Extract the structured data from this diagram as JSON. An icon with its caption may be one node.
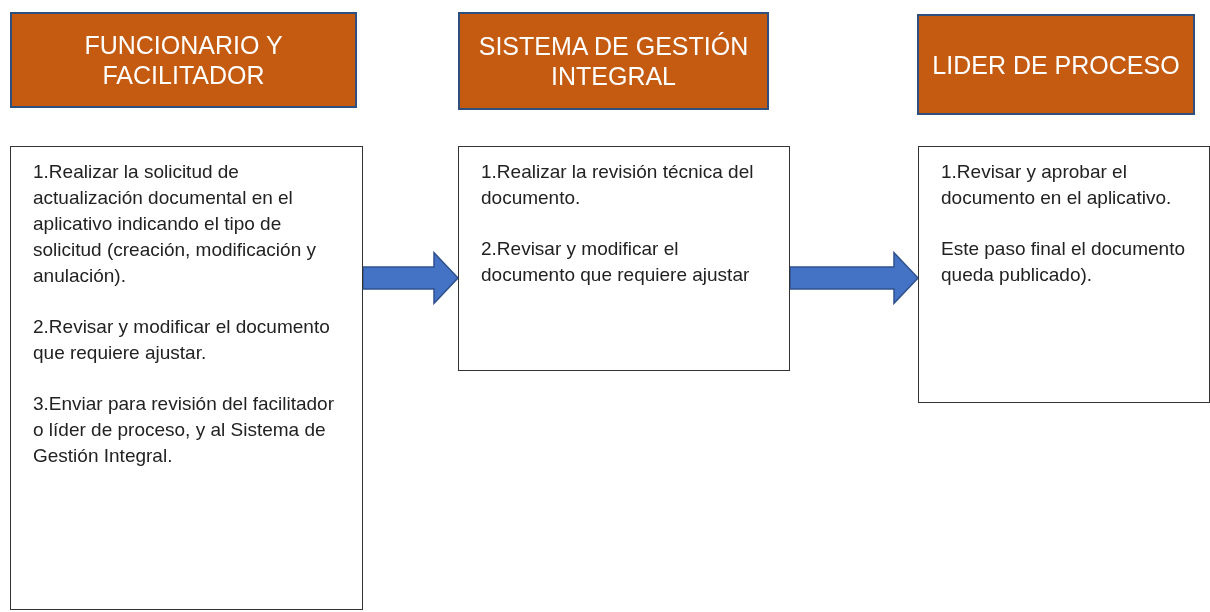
{
  "diagram": {
    "nodes": [
      {
        "text": [
          "FUNCIONARIO Y FACILITADOR"
        ]
      },
      {
        "text": [
          "SISTEMA DE GESTIÓN INTEGRAL"
        ]
      },
      {
        "text": [
          "LIDER DE PROCESO"
        ]
      },
      {
        "text": [
          "1.Realizar la solicitud de actualización documental en el aplicativo indicando el tipo de solicitud (creación, modificación y anulación).",
          "2.Revisar y modificar el documento que requiere ajustar.",
          "3.Enviar para revisión del facilitador o líder de proceso, y  al Sistema de Gestión Integral."
        ]
      },
      {
        "text": [
          "1.Realizar la revisión técnica del documento.",
          "2.Revisar y modificar el documento que requiere ajustar"
        ]
      },
      {
        "text": [
          "1.Revisar y aprobar el documento en el aplicativo.",
          "Este paso final el documento queda publicado)."
        ]
      }
    ],
    "edges": [
      {
        "from": 3,
        "to": 4,
        "arrow": "to",
        "style": "thick"
      },
      {
        "from": 4,
        "to": 5,
        "arrow": "to",
        "style": "thick"
      }
    ]
  }
}
